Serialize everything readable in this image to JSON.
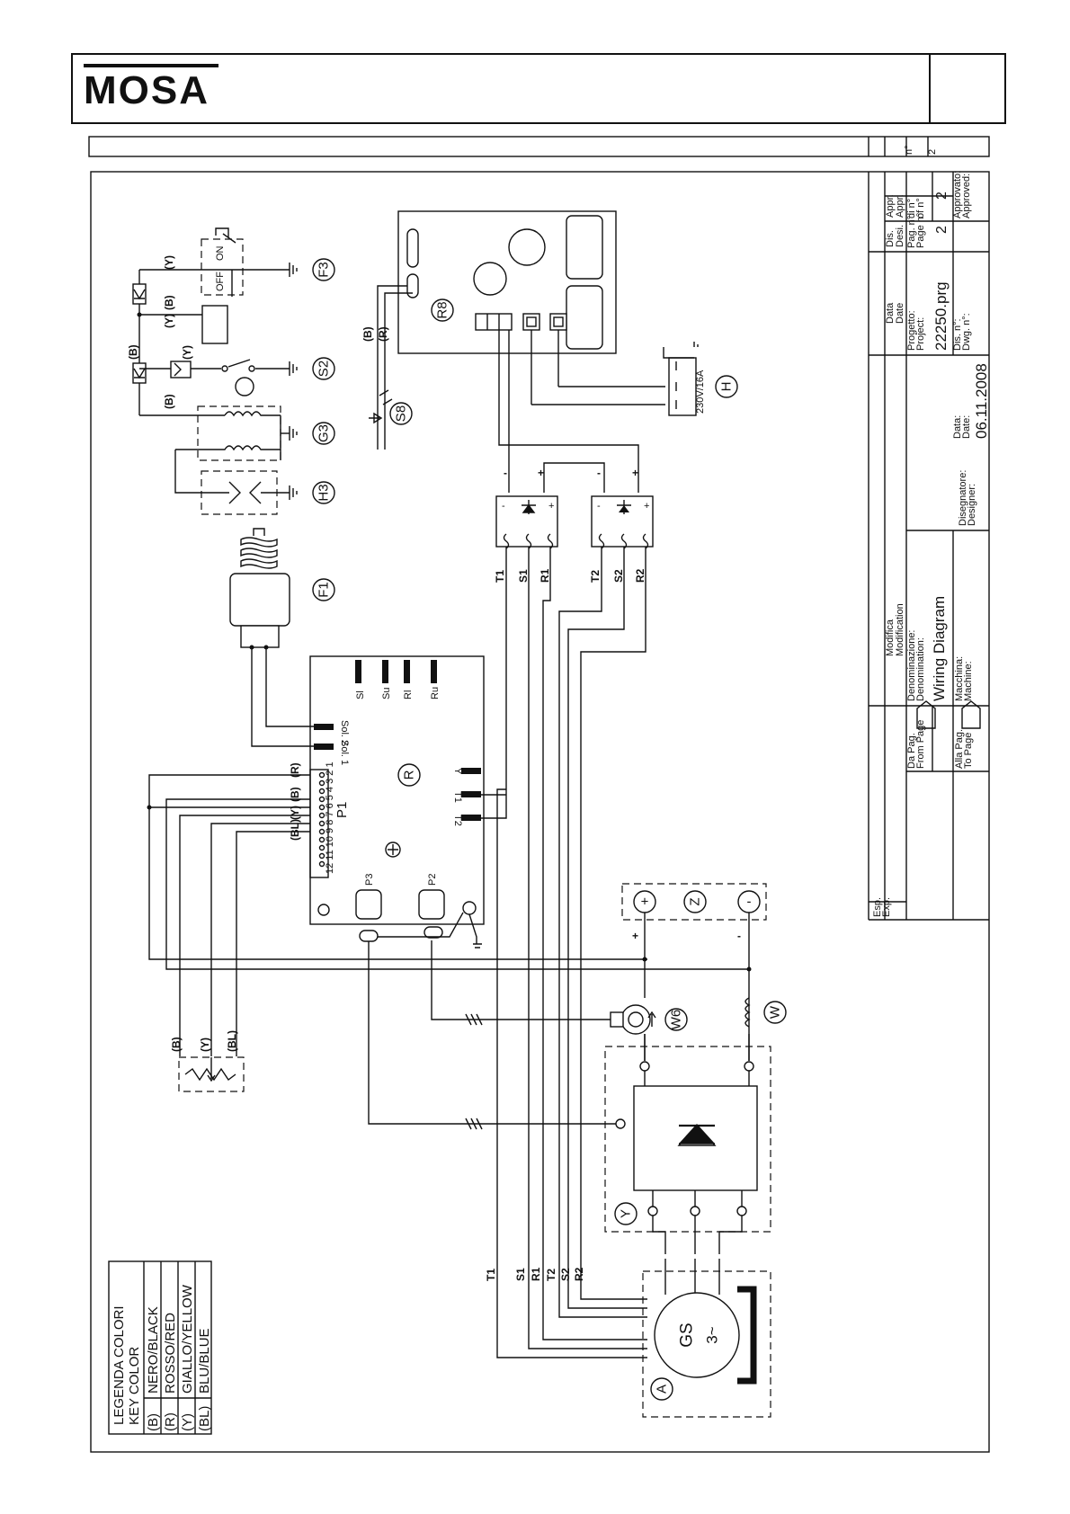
{
  "brand": {
    "logo_text": "MOSA"
  },
  "header": {
    "top_strip": [
      "n°",
      "2"
    ]
  },
  "legend": {
    "title_it": "LEGENDA COLORI",
    "title_en": "KEY COLOR",
    "rows": [
      {
        "code": "(B)",
        "name": "NERO/BLACK"
      },
      {
        "code": "(R)",
        "name": "ROSSO/RED"
      },
      {
        "code": "(Y)",
        "name": "GIALLO/YELLOW"
      },
      {
        "code": "(BL)",
        "name": "BLU/BLUE"
      }
    ]
  },
  "title_block": {
    "esp_label": "Esp.",
    "exp_label": "Exp.",
    "modifica": "Modifica",
    "modification": "Modification",
    "data_it": "Data",
    "data_en": "Date",
    "dis_it": "Dis.",
    "dis_en": "Desi.",
    "appr_it": "Appr.",
    "appr_en": "Appr.",
    "from_page_it": "Da Pag.",
    "from_page_en": "From Page",
    "to_page_it": "Alla Pag.",
    "to_page_en": "To Page",
    "denominazione_it": "Denominazione:",
    "denominazione_en": "Denomination:",
    "title": "Wiring Diagram",
    "macchina_it": "Macchina:",
    "macchina_en": "Machine:",
    "designer_it": "Disegnatore:",
    "designer_en": "Designer:",
    "progetto_it": "Progetto:",
    "progetto_en": "Project:",
    "project": "22250.prg",
    "data_label_it": "Data:",
    "data_label_en": "Date:",
    "date": "06.11.2008",
    "dis_n_it": "Dis. n°:",
    "dis_n_en": "Dwg. n°:",
    "pag_it": "Pag. n°",
    "pag_en": "Page n°",
    "page": "2",
    "di_it": "di n°",
    "di_en": "of n°",
    "of": "2",
    "approvato_it": "Approvato:",
    "approvato_en": "Approved:"
  },
  "components": {
    "F3": "F3",
    "S2": "S2",
    "G3": "G3",
    "H3": "H3",
    "F1": "F1",
    "S8": "S8",
    "R8": "R8",
    "H": "H",
    "R": "R",
    "P1": "P1",
    "P2": "P2",
    "P3": "P3",
    "Z": "Z",
    "W6": "W6",
    "W": "W",
    "Y": "Y",
    "A": "A",
    "GS": "GS",
    "GS_sub": "3~",
    "off": "OFF",
    "on": "ON",
    "socket_rating": "230V/16A",
    "sol2": "Sol. 2",
    "sol1": "Sol. 1",
    "r_pins": [
      "Sl",
      "Su",
      "Rl",
      "Ru"
    ],
    "y_pin": "Y",
    "t1_pin": "T1",
    "t2_pin": "T2",
    "p1_numbers": "12 11 10 9 8 7 6 5 4 3 2 1"
  },
  "wires": {
    "B": "(B)",
    "R": "(R)",
    "Y": "(Y)",
    "BL": "(BL)",
    "T1": "T1",
    "S1": "S1",
    "R1": "R1",
    "T2": "T2",
    "S2": "S2",
    "R2": "R2",
    "plus": "+",
    "minus": "-"
  }
}
